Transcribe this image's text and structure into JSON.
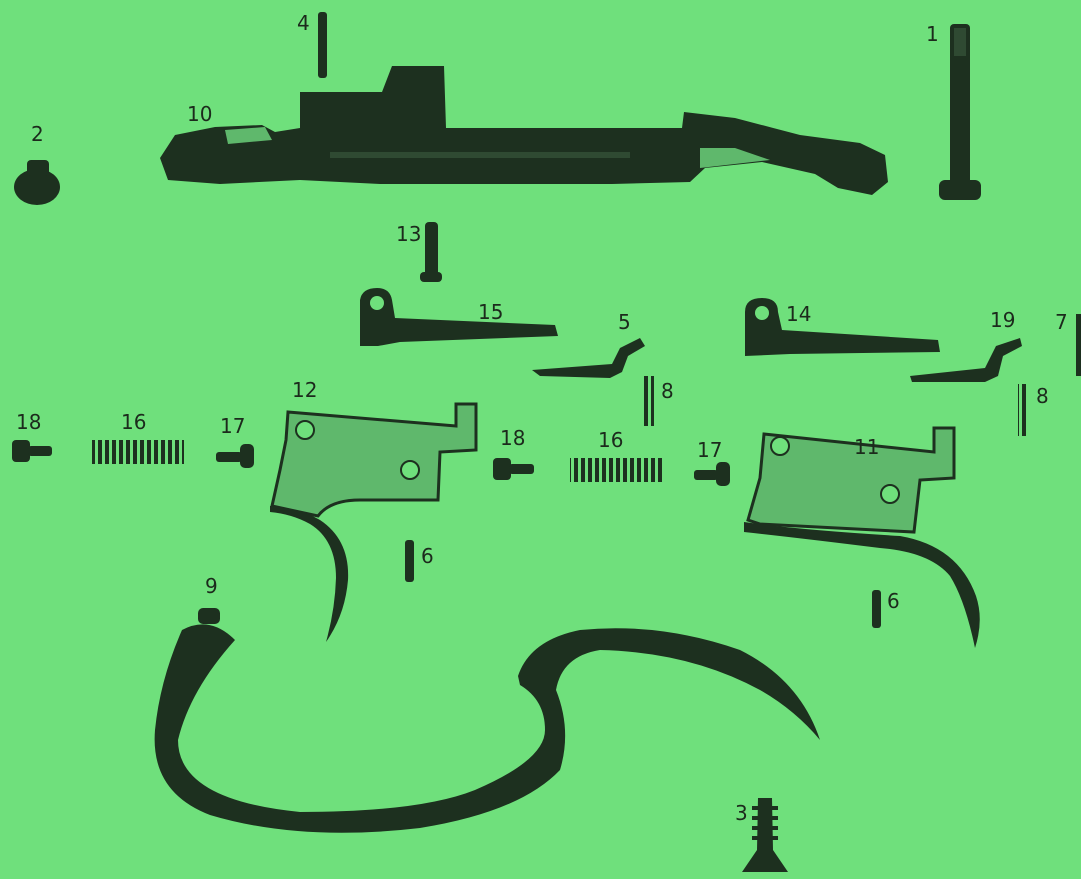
{
  "background_color": "#6fe07c",
  "part_color": "#1d301f",
  "highlight_color": "#5fb86c",
  "labels": {
    "l1": "1",
    "l2": "2",
    "l3": "3",
    "l4": "4",
    "l5": "5",
    "l6a": "6",
    "l6b": "6",
    "l7": "7",
    "l8a": "8",
    "l8b": "8",
    "l9": "9",
    "l10": "10",
    "l11": "11",
    "l12": "12",
    "l13": "13",
    "l14": "14",
    "l15": "15",
    "l16a": "16",
    "l16b": "16",
    "l17a": "17",
    "l17b": "17",
    "l18a": "18",
    "l18b": "18",
    "l19": "19"
  }
}
